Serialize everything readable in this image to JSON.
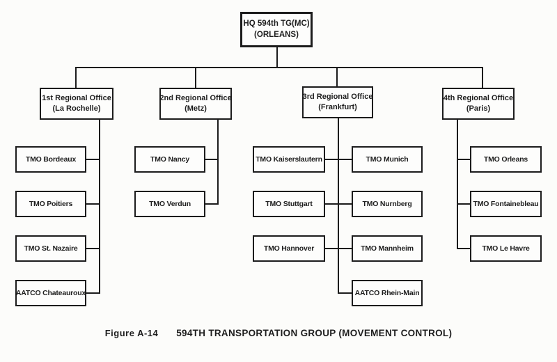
{
  "colors": {
    "ink": "#1c1c1c",
    "paper": "#fcfcfa"
  },
  "hq": {
    "line1": "HQ 594th TG(MC)",
    "line2": "(ORLEANS)"
  },
  "regions": [
    {
      "name": "1st Regional Office",
      "location": "(La Rochelle)"
    },
    {
      "name": "2nd Regional Office",
      "location": "(Metz)"
    },
    {
      "name": "3rd Regional Office",
      "location": "(Frankfurt)"
    },
    {
      "name": "4th Regional Office",
      "location": "(Paris)"
    }
  ],
  "offices": {
    "region1": [
      "TMO Bordeaux",
      "TMO Poitiers",
      "TMO St. Nazaire",
      "AATCO Chateauroux"
    ],
    "region2": [
      "TMO Nancy",
      "TMO Verdun"
    ],
    "region3_left": [
      "TMO Kaiserslautern",
      "TMO Stuttgart",
      "TMO Hannover"
    ],
    "region3_right": [
      "TMO Munich",
      "TMO Nurnberg",
      "TMO Mannheim",
      "AATCO Rhein-Main"
    ],
    "region4": [
      "TMO Orleans",
      "TMO Fontainebleau",
      "TMO Le Havre"
    ]
  },
  "caption": {
    "label": "Figure A-14",
    "title": "594TH TRANSPORTATION GROUP (MOVEMENT CONTROL)"
  }
}
